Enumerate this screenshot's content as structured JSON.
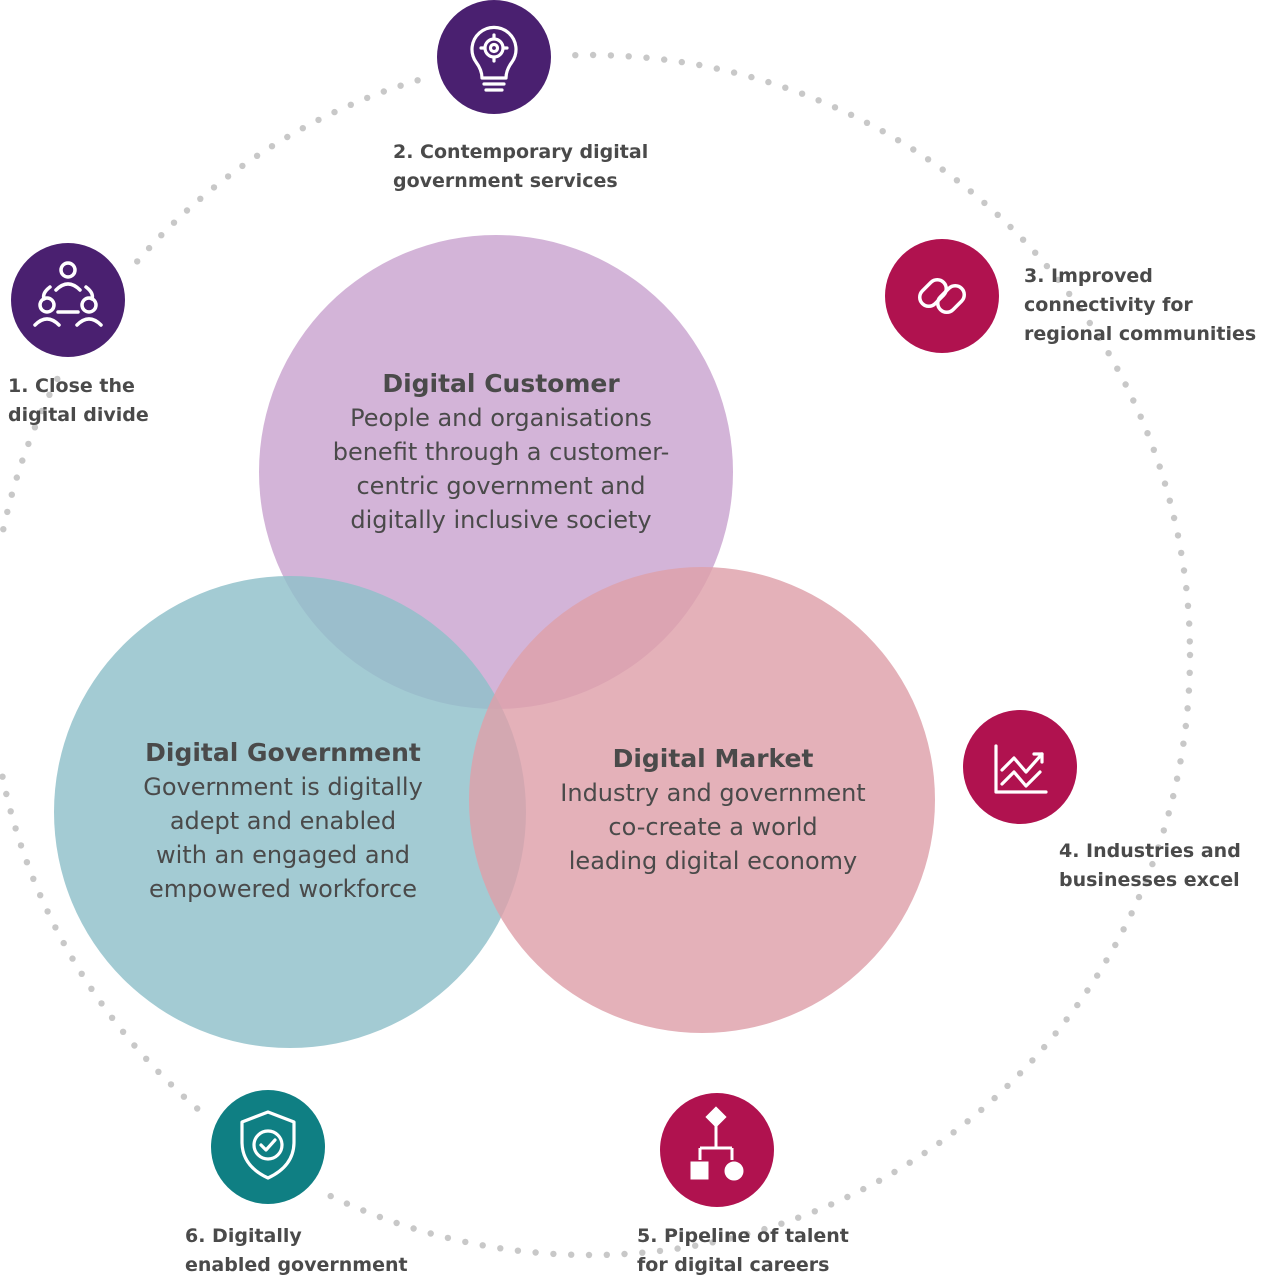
{
  "colors": {
    "customer": "#c9a3cf",
    "government": "#8fbfc9",
    "market": "#dea0a9",
    "dots": "#c8c8c8",
    "purple_icon": "#4a2070",
    "magenta_icon": "#b0124f",
    "teal_icon": "#0f7f83",
    "text": "#4a4a4a"
  },
  "venn": {
    "customer": {
      "title": "Digital Customer",
      "lines": [
        "People and organisations",
        "benefit through a customer-",
        "centric government and",
        "digitally inclusive society"
      ]
    },
    "government": {
      "title": "Digital Government",
      "lines": [
        "Government is digitally",
        "adept and enabled",
        "with an engaged and",
        "empowered workforce"
      ]
    },
    "market": {
      "title": "Digital Market",
      "lines": [
        "Industry and government",
        "co-create a world",
        "leading digital economy"
      ]
    }
  },
  "nodes": [
    {
      "icon": "people-network-icon",
      "color": "purple",
      "lines": [
        "1. Close the",
        "digital divide"
      ]
    },
    {
      "icon": "lightbulb-gear-icon",
      "color": "purple",
      "lines": [
        "2. Contemporary digital",
        "government services"
      ]
    },
    {
      "icon": "chain-link-icon",
      "color": "magenta",
      "lines": [
        "3. Improved",
        "connectivity for",
        "regional communities"
      ]
    },
    {
      "icon": "growth-chart-icon",
      "color": "magenta",
      "lines": [
        "4. Industries and",
        "businesses excel"
      ]
    },
    {
      "icon": "flowchart-icon",
      "color": "magenta",
      "lines": [
        "5. Pipeline of talent",
        "for digital careers"
      ]
    },
    {
      "icon": "shield-check-icon",
      "color": "teal",
      "lines": [
        "6. Digitally",
        "enabled government"
      ]
    }
  ]
}
